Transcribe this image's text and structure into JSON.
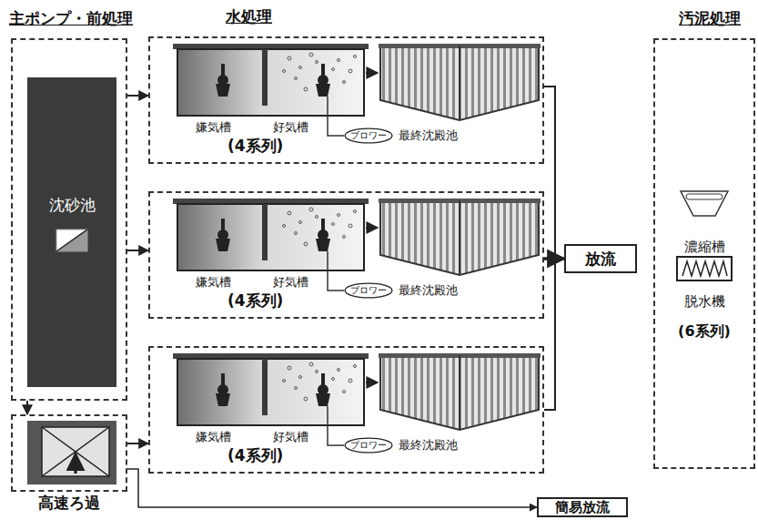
{
  "diagram": {
    "nodes": [
      {
        "text": [
          "主ポンプ・前処理"
        ]
      },
      {
        "text": [
          "沈砂池"
        ],
        "in": 0
      },
      {
        "text": [
          "嫌気槽",
          "好気槽",
          "最終沈殿池",
          "(4系列)"
        ]
      },
      {
        "text": [
          "ブロワー"
        ],
        "in": 2
      },
      {
        "text": [
          "嫌気槽",
          "好気槽",
          "最終沈殿池",
          "(4系列)"
        ]
      },
      {
        "text": [
          "ブロワー"
        ],
        "in": 4
      },
      {
        "text": [
          "嫌気槽",
          "好気槽",
          "最終沈殿池",
          "(4系列)"
        ]
      },
      {
        "text": [
          "ブロワー"
        ],
        "in": 6
      },
      {
        "text": [
          "放流"
        ]
      },
      {
        "text": [
          "汚泥処理",
          "濃縮槽",
          "脱水機",
          "(6系列)"
        ]
      },
      {
        "text": [
          "高速ろ過"
        ]
      },
      {
        "text": [
          "簡易放流"
        ]
      }
    ],
    "edges": [
      {
        "from": 0,
        "to": 2,
        "arrow": "to"
      },
      {
        "from": 0,
        "to": 4,
        "arrow": "to"
      },
      {
        "from": 0,
        "to": 10,
        "arrow": "to"
      },
      {
        "from": 10,
        "to": 6,
        "arrow": "to"
      },
      {
        "from": 10,
        "to": 11,
        "arrow": "to"
      },
      {
        "from": 2,
        "to": 8,
        "arrow": "to"
      },
      {
        "from": 4,
        "to": 8,
        "arrow": "to"
      },
      {
        "from": 6,
        "to": 8,
        "arrow": "to"
      }
    ],
    "labels": [
      "水処理"
    ]
  }
}
